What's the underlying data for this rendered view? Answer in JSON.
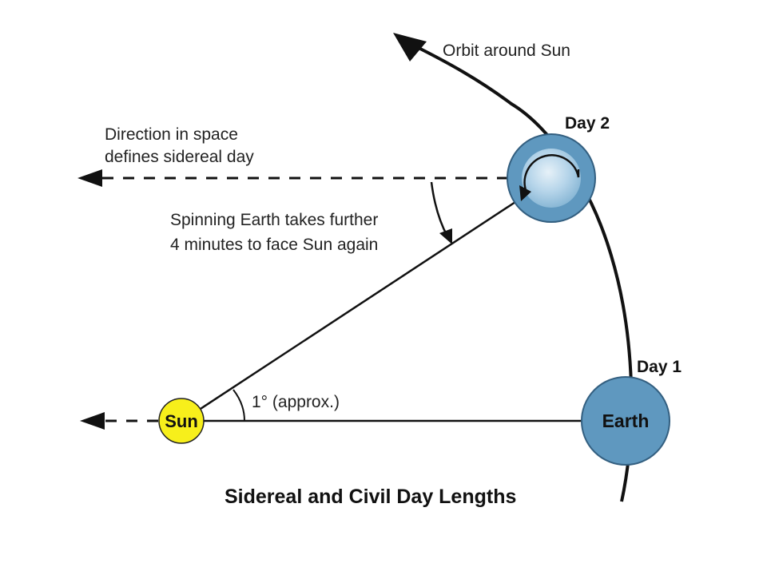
{
  "diagram": {
    "title": "Sidereal and Civil Day Lengths",
    "orbit_label": "Orbit around Sun",
    "direction_label": [
      "Direction in space",
      "defines sidereal day"
    ],
    "spin_label": [
      "Spinning Earth takes further",
      "4 minutes to face Sun again"
    ],
    "angle_label": "1° (approx.)",
    "day1_label": "Day 1",
    "day2_label": "Day 2",
    "sun_label": "Sun",
    "earth_label": "Earth"
  },
  "colors": {
    "sun_fill": "#f7ef1b",
    "earth_fill": "#5f98bf",
    "earth_highlight": "#b6d5ea",
    "line": "#111111"
  }
}
